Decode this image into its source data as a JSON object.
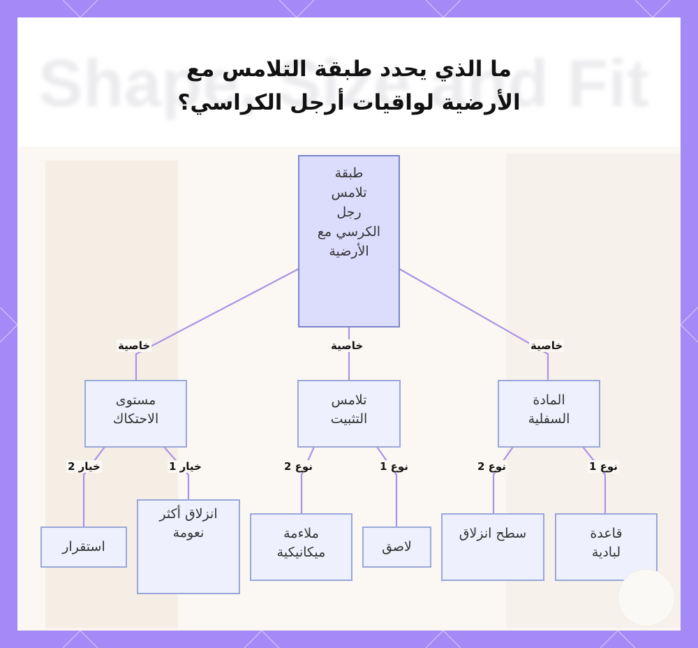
{
  "title_lines": [
    "ما الذي يحدد طبقة التلامس مع",
    "الأرضية لواقيات أرجل الكراسي؟"
  ],
  "background_text": "Shape, Size and Fit",
  "colors": {
    "frame": "#a48af7",
    "edge": "#a992e8",
    "node_fill": "#eef0fd",
    "node_border": "#9aa6d9",
    "root_fill": "#dcdcfd"
  },
  "nodes": {
    "root": {
      "lines": [
        "طبقة",
        "تلامس",
        "رجل",
        "الكرسي مع",
        "الأرضية"
      ]
    },
    "surface_material": {
      "lines": [
        "المادة",
        "السفلية"
      ]
    },
    "fixing_contact": {
      "lines": [
        "تلامس",
        "التثبيت"
      ]
    },
    "friction_level": {
      "lines": [
        "مستوى",
        "الاحتكاك"
      ]
    },
    "felt_base": {
      "lines": [
        "قاعدة",
        "لبادية"
      ]
    },
    "slip_surface": {
      "lines": [
        "سطح انزلاق"
      ]
    },
    "adhesive": {
      "lines": [
        "لاصق"
      ]
    },
    "mechanical_fit": {
      "lines": [
        "ملاءمة",
        "ميكانيكية"
      ]
    },
    "smoother_slide": {
      "lines": [
        "انزلاق أكثر",
        "نعومة"
      ]
    },
    "stability": {
      "lines": [
        "استقرار"
      ]
    }
  },
  "edge_labels": {
    "prop1": "خاصية",
    "prop2": "خاصية",
    "prop3": "خاصية",
    "type1_a": "نوع 1",
    "type2_a": "نوع 2",
    "type1_b": "نوع 1",
    "type2_b": "نوع 2",
    "opt1": "خيار 1",
    "opt2": "خيار 2"
  }
}
